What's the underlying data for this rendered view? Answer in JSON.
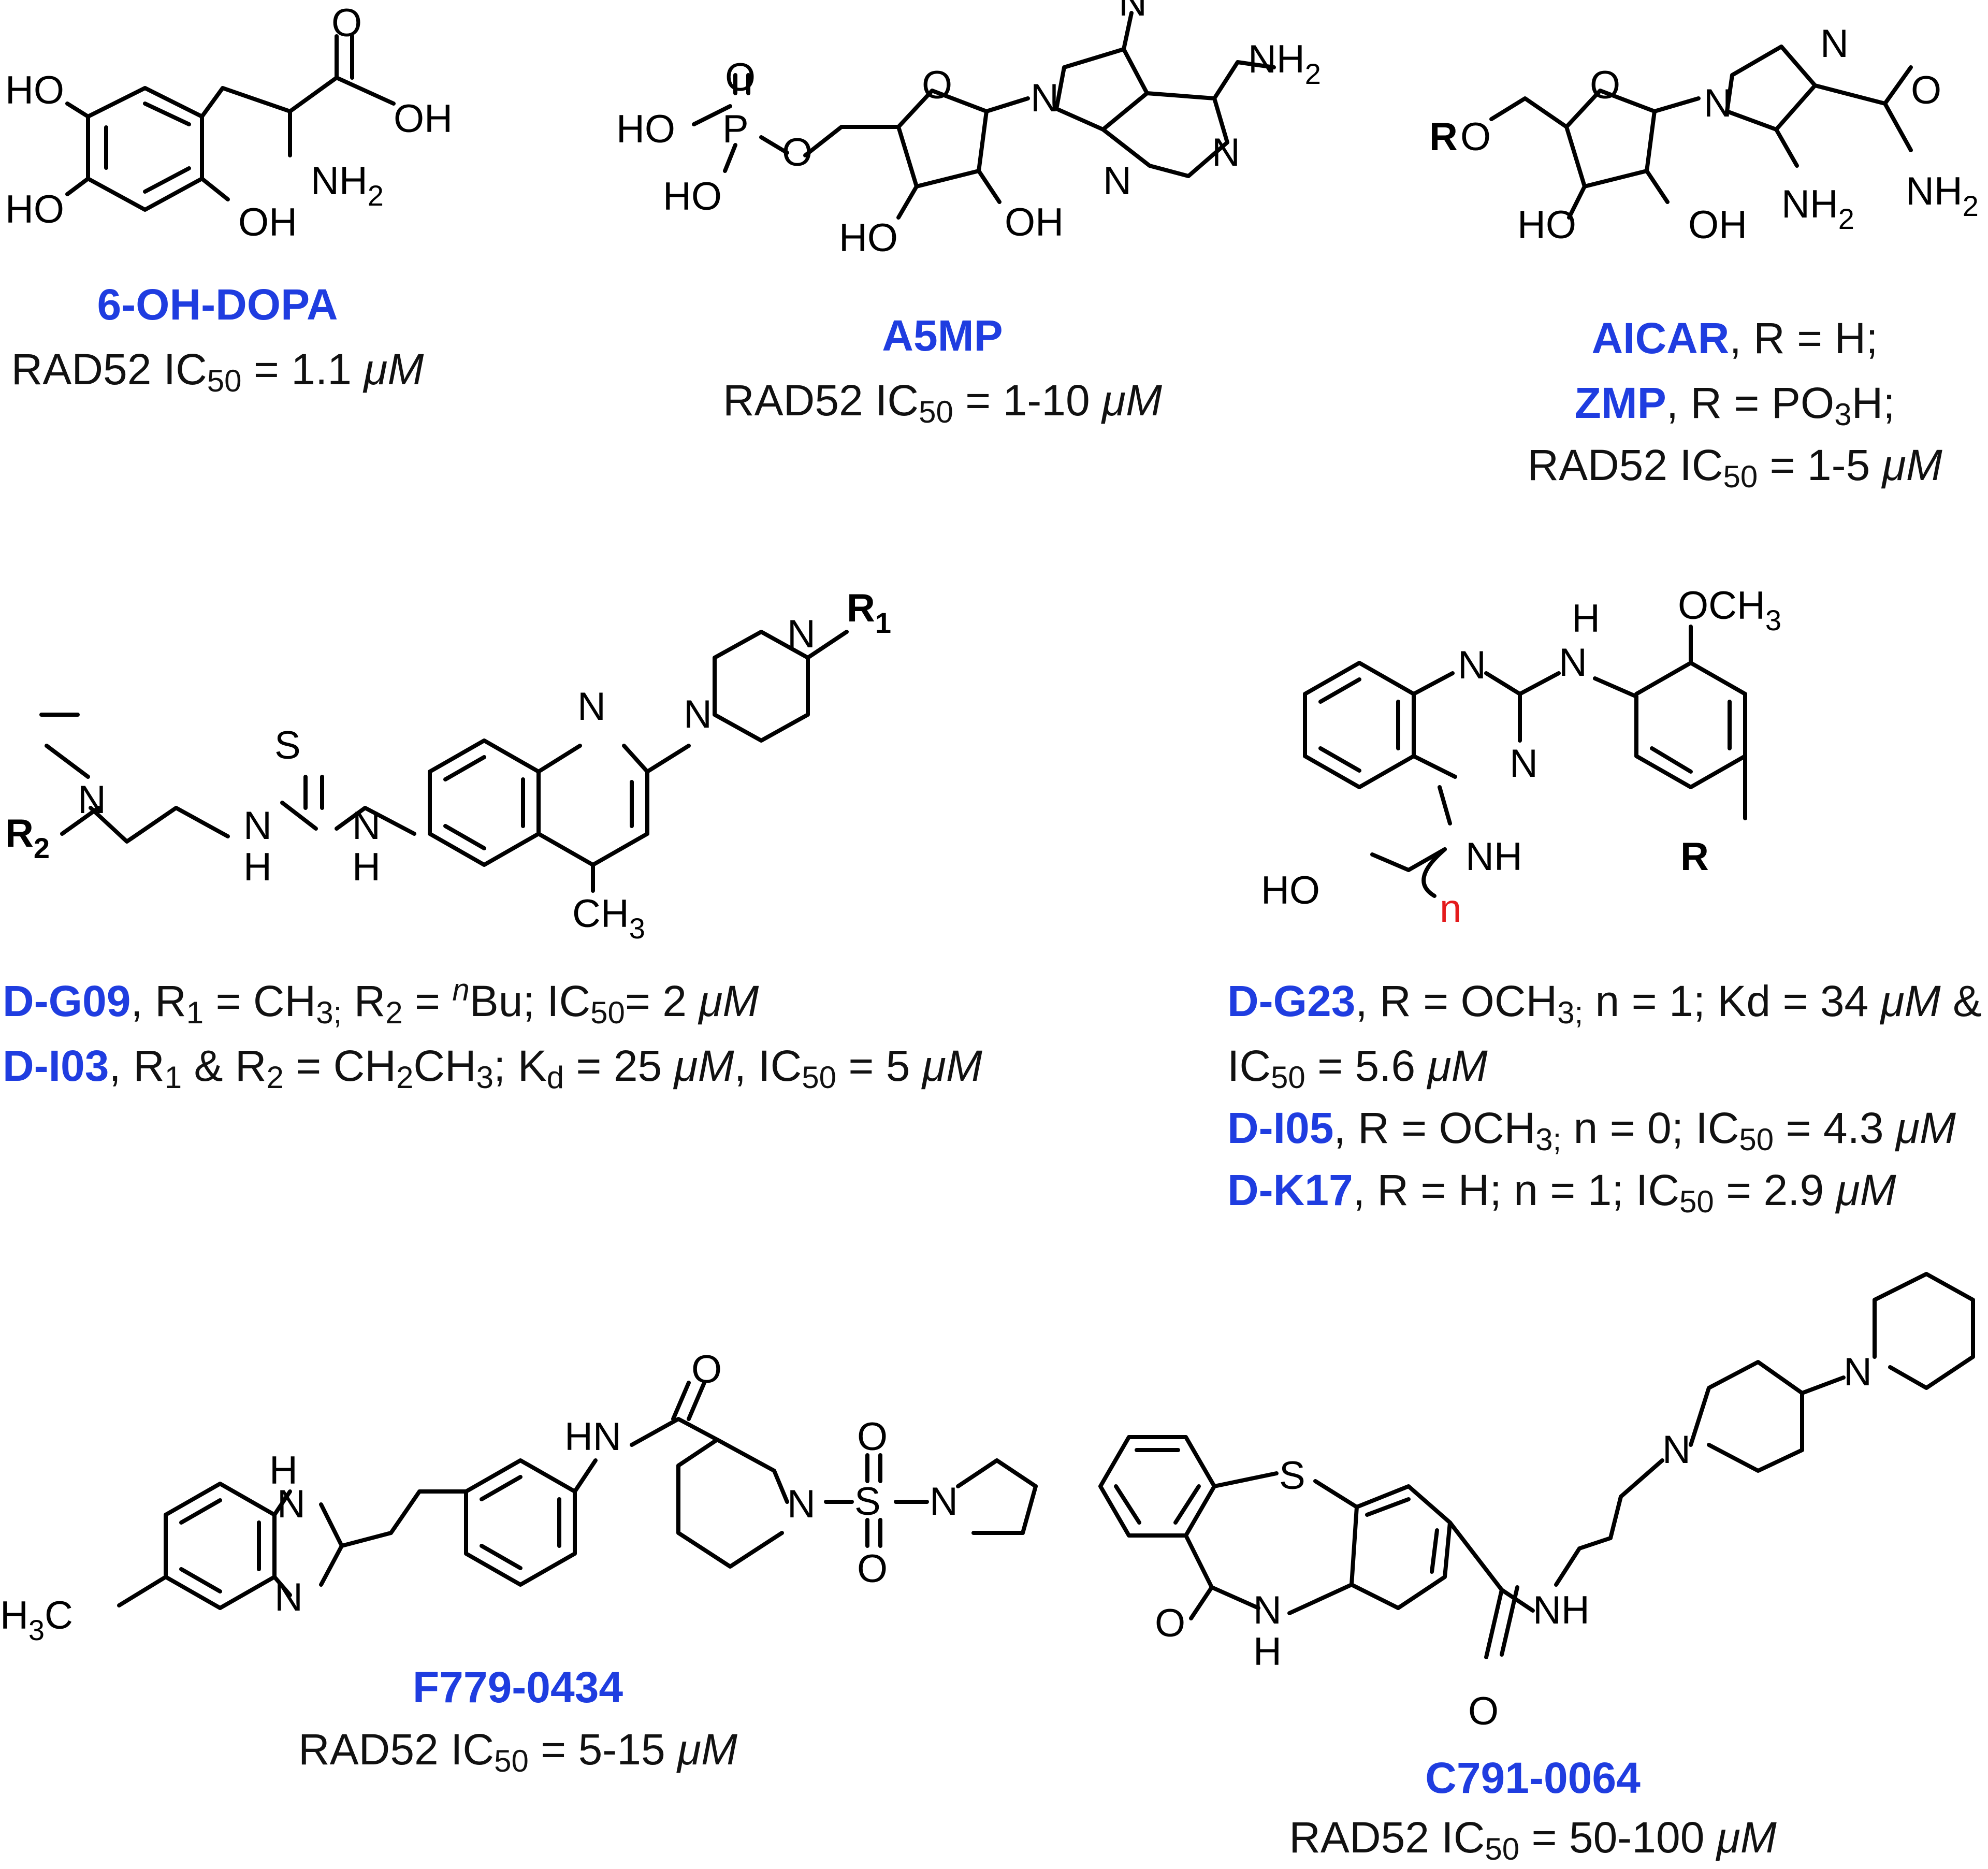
{
  "compounds": {
    "c1": {
      "name": "6-OH-DOPA",
      "ic50_label": "RAD52 IC",
      "ic50_sub": "50",
      "ic50_val": " = 1.1 ",
      "unit": "μM"
    },
    "c2": {
      "name": "A5MP",
      "ic50_label": "RAD52 IC",
      "ic50_sub": "50",
      "ic50_val": " = 1-10 ",
      "unit": "μM"
    },
    "c3": {
      "name1": "AICAR",
      "line1": ", R = H;",
      "name2": "ZMP",
      "line2a": ", R = PO",
      "line2_sub": "3",
      "line2b": "H;",
      "ic50_label": "RAD52 IC",
      "ic50_sub": "50",
      "ic50_val": " = 1-5 ",
      "unit": "μM"
    },
    "c4": {
      "name1": "D-G09",
      "l1a": ", R",
      "l1s1": "1",
      "l1b": " = CH",
      "l1s2": "3;",
      "l1c": " R",
      "l1s3": "2",
      "l1d": " = ",
      "l1sup": "n",
      "l1e": "Bu; IC",
      "l1s4": "50",
      "l1f": "= 2 ",
      "unit": "μM",
      "name2": "D-I03",
      "l2a": ", R",
      "l2s1": "1",
      "l2b": " & R",
      "l2s2": "2",
      "l2c": " = CH",
      "l2s3": "2",
      "l2d": "CH",
      "l2s4": "3",
      "l2e": "; K",
      "l2s5": "d",
      "l2f": " = 25 ",
      "l2g": ", IC",
      "l2s6": "50",
      "l2h": " = 5 "
    },
    "c5": {
      "name1": "D-G23",
      "l1a": ", R = OCH",
      "l1s1": "3;",
      "l1b": " n = 1; Kd = 34 ",
      "l1c": " &",
      "l1d": "IC",
      "l1s2": "50",
      "l1e": " = 5.6 ",
      "name2": "D-I05",
      "l2a": ", R = OCH",
      "l2s1": "3;",
      "l2b": " n = 0; IC",
      "l2s2": "50",
      "l2c": " = 4.3 ",
      "name3": "D-K17",
      "l3a": ", R = H; n = 1; IC",
      "l3s1": "50",
      "l3b": " = 2.9 ",
      "unit": "μM"
    },
    "c6": {
      "name": "F779-0434",
      "ic50_label": "RAD52 IC",
      "ic50_sub": "50",
      "ic50_val": " = 5-15 ",
      "unit": "μM"
    },
    "c7": {
      "name": "C791-0064",
      "ic50_label": "RAD52 IC",
      "ic50_sub": "50",
      "ic50_val": " = 50-100 ",
      "unit": "μM"
    }
  },
  "atoms": {
    "HO": "HO",
    "OH": "OH",
    "O": "O",
    "N": "N",
    "S": "S",
    "P": "P",
    "H": "H",
    "NH": "NH",
    "HN": "HN",
    "NH2": "NH",
    "two": "2",
    "R": "R",
    "R1": "R",
    "one": "1",
    "R2": "R",
    "CH3": "CH",
    "three": "3",
    "OCH3": "OCH",
    "H3C": "H",
    "C": "C",
    "n": "n",
    "RO_R": "R",
    "RO_O": "O"
  }
}
